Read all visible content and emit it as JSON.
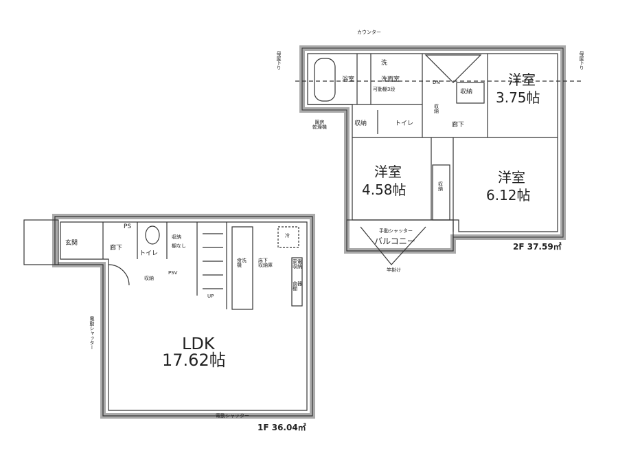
{
  "floor2": {
    "area_label": "2F 37.59㎡",
    "rooms": {
      "bath": "浴室",
      "washroom": "洗面室",
      "shelf": "可動棚3段",
      "counter": "カウンター",
      "washer": "洗",
      "dryer": "暖房\n乾燥機",
      "storage_hall": "収納",
      "toilet": "トイレ",
      "storage_small": "収\n納",
      "dn": "DN",
      "hall": "廊下",
      "bed1_name": "洋室",
      "bed1_size": "3.75帖",
      "bed1_storage": "収納",
      "bed2_name": "洋室",
      "bed2_size": "4.58帖",
      "bed3_name": "洋室",
      "bed3_size": "6.12帖",
      "bed3_storage": "収\n納",
      "shutter": "手動シャッター",
      "balcony": "バルコニー",
      "pole": "竿掛け",
      "roof_left": "母屋下り",
      "roof_right": "母屋下り"
    }
  },
  "floor1": {
    "area_label": "1F 36.04㎡",
    "rooms": {
      "entrance": "玄関",
      "hall": "廊下",
      "ps": "PS",
      "toilet": "トイレ",
      "storage": "収納",
      "storage_note": "棚なし",
      "storage_label": "収納",
      "psv": "PSV",
      "up": "UP",
      "fridge": "冷",
      "dishwasher": "食洗\n機",
      "underfloor": "床下\n収納庫",
      "appliance": "家電\n収納",
      "cupboard": "食器\n棚",
      "ldk_name": "LDK",
      "ldk_size": "17.62帖",
      "shutter_bottom": "電動シャッター",
      "shutter_side": "電動シャッター"
    }
  }
}
